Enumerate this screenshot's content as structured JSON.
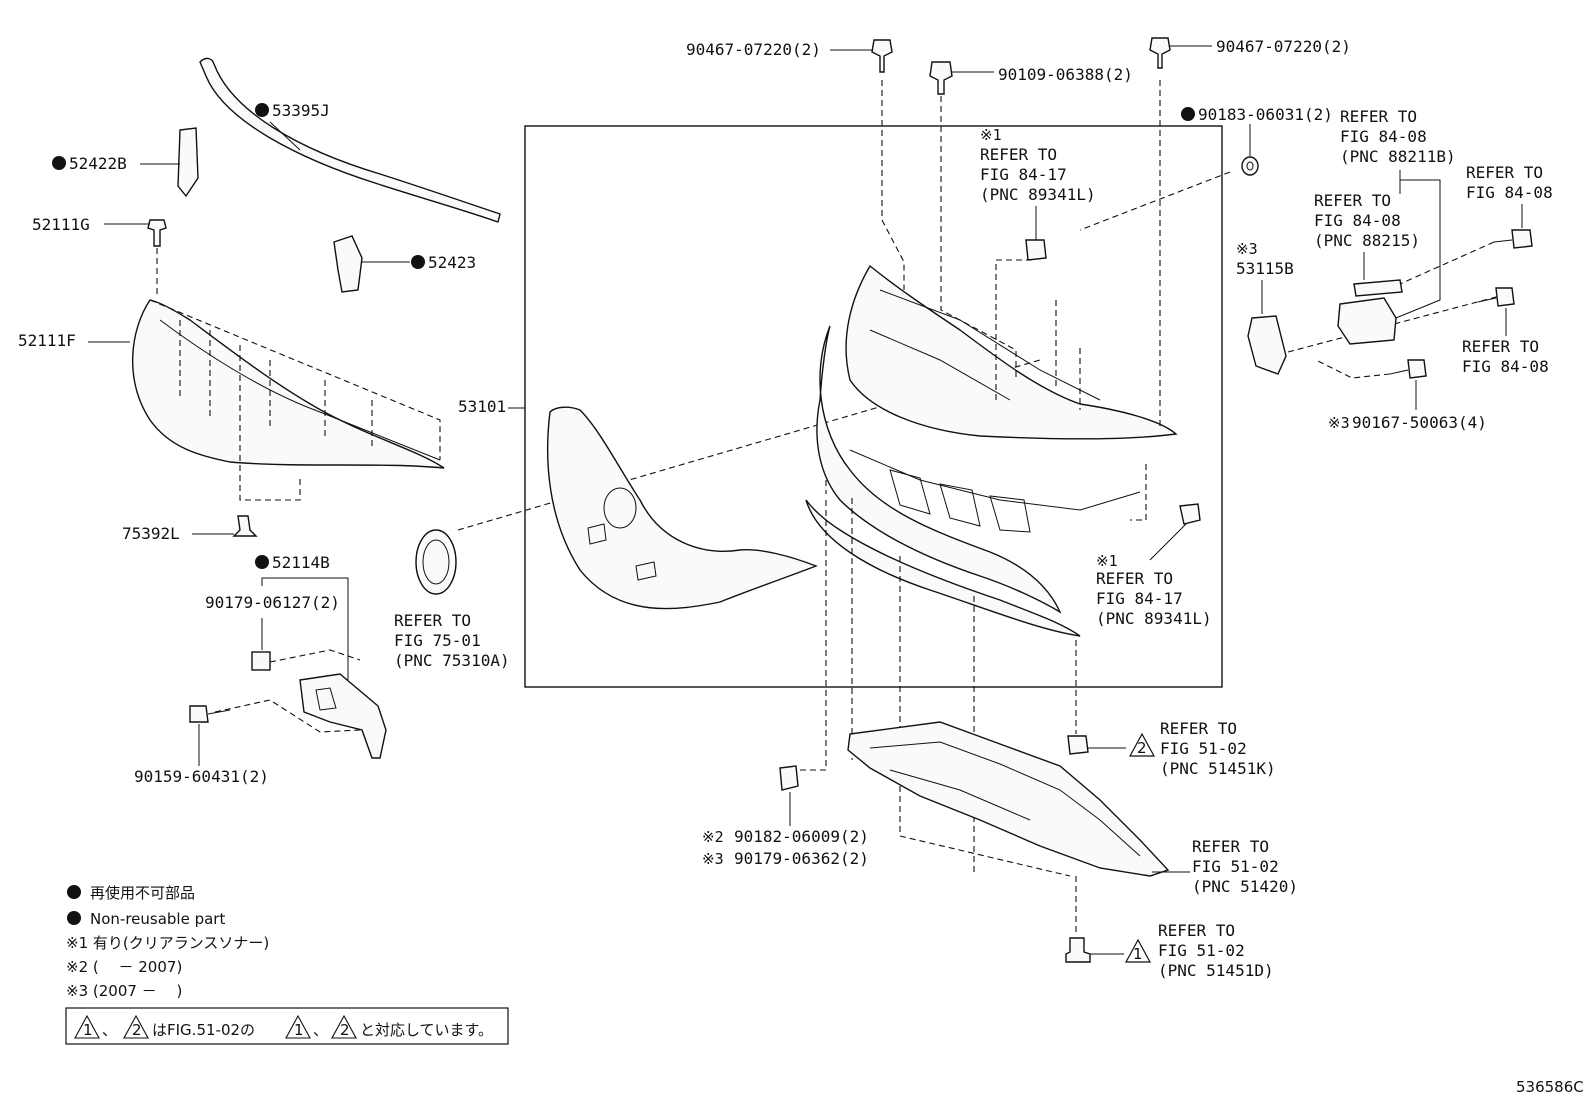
{
  "diagram_id": "536586C",
  "labels": {
    "p53395J": "53395J",
    "p52422B": "52422B",
    "p52111G": "52111G",
    "p52423": "52423",
    "p52111F": "52111F",
    "p75392L": "75392L",
    "p52114B": "52114B",
    "p90179_06127": "90179-06127(2)",
    "p90159_60431": "90159-60431(2)",
    "p53101": "53101",
    "p90467_left": "90467-07220(2)",
    "p90467_right": "90467-07220(2)",
    "p90109": "90109-06388(2)",
    "p90183": "90183-06031(2)",
    "p53115B": "53115B",
    "p90167": "90167-50063(4)",
    "p90182": "90182-06009(2)",
    "p90179_06362": "90179-06362(2)",
    "mark1": "※1",
    "mark2": "※2",
    "mark3": "※3",
    "tri1": "1",
    "tri2": "2"
  },
  "refs": {
    "fig8417_top": [
      "REFER TO",
      "FIG 84-17",
      "(PNC 89341L)"
    ],
    "fig8417_bottom": [
      "REFER TO",
      "FIG 84-17",
      "(PNC 89341L)"
    ],
    "fig7501": [
      "REFER TO",
      "FIG 75-01",
      "(PNC 75310A)"
    ],
    "fig8408_a": [
      "REFER TO",
      "FIG 84-08",
      "(PNC 88211B)"
    ],
    "fig8408_b": [
      "REFER TO",
      "FIG 84-08",
      "(PNC 88215)"
    ],
    "fig8408_c": [
      "REFER TO",
      "FIG 84-08"
    ],
    "fig8408_d": [
      "REFER TO",
      "FIG 84-08"
    ],
    "fig5102_k": [
      "REFER TO",
      "FIG 51-02",
      "(PNC 51451K)"
    ],
    "fig5102_420": [
      "REFER TO",
      "FIG 51-02",
      "(PNC 51420)"
    ],
    "fig5102_d": [
      "REFER TO",
      "FIG 51-02",
      "(PNC 51451D)"
    ]
  },
  "legend": {
    "non_reusable_jp": "再使用不可部品",
    "non_reusable_en": "Non-reusable part",
    "note1": "※1 有り(クリアランスソナー)",
    "note2": "※2 (　 － 2007)",
    "note3": "※3 (2007 －　 )",
    "box_note_a": "、",
    "box_note_b": "はFIG.51-02の",
    "box_note_c": "、",
    "box_note_d": "と対応しています。"
  }
}
